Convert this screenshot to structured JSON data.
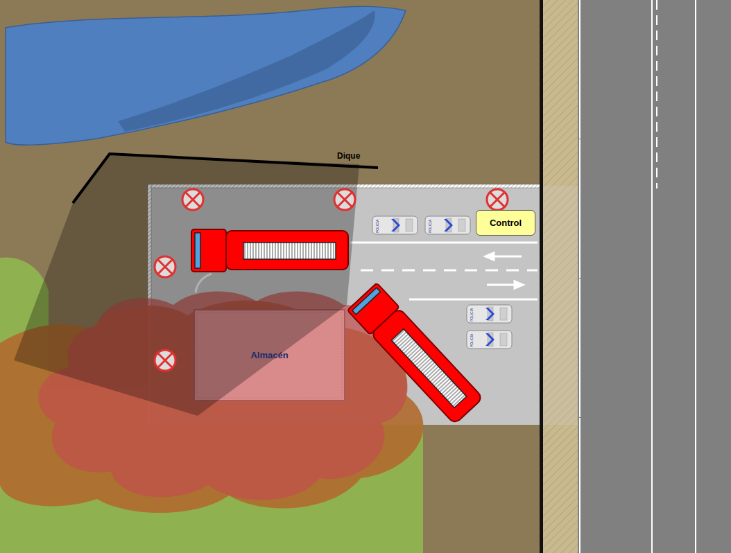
{
  "diagram": {
    "nodes": [
      {
        "text": [
          "Control"
        ]
      },
      {
        "text": [
          "Almacén"
        ]
      }
    ],
    "labels": [
      "Dique",
      "POLICIA",
      "POLICIA",
      "POLICIA",
      "POLICIA"
    ]
  }
}
